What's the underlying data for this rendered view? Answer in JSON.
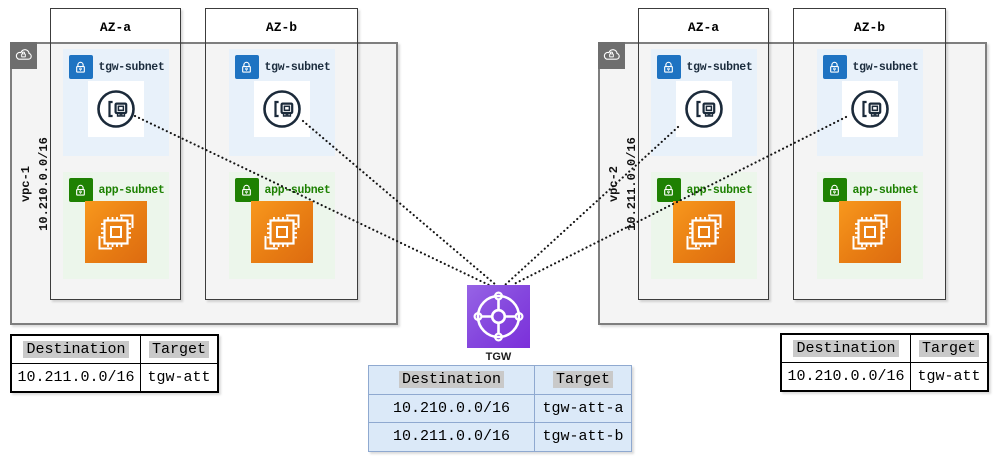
{
  "vpcs": [
    {
      "name": "vpc-1",
      "cidr": "10.210.0.0/16",
      "azs": [
        {
          "label": "AZ-a",
          "subnets": [
            {
              "name": "tgw-subnet"
            },
            {
              "name": "app-subnet"
            }
          ]
        },
        {
          "label": "AZ-b",
          "subnets": [
            {
              "name": "tgw-subnet"
            },
            {
              "name": "app-subnet"
            }
          ]
        }
      ],
      "route_table": {
        "headers": {
          "destination": "Destination",
          "target": "Target"
        },
        "rows": [
          {
            "destination": "10.211.0.0/16",
            "target": "tgw-att"
          }
        ]
      }
    },
    {
      "name": "vpc-2",
      "cidr": "10.211.0.0/16",
      "azs": [
        {
          "label": "AZ-a",
          "subnets": [
            {
              "name": "tgw-subnet"
            },
            {
              "name": "app-subnet"
            }
          ]
        },
        {
          "label": "AZ-b",
          "subnets": [
            {
              "name": "tgw-subnet"
            },
            {
              "name": "app-subnet"
            }
          ]
        }
      ],
      "route_table": {
        "headers": {
          "destination": "Destination",
          "target": "Target"
        },
        "rows": [
          {
            "destination": "10.210.0.0/16",
            "target": "tgw-att"
          }
        ]
      }
    }
  ],
  "tgw": {
    "label": "TGW",
    "route_table": {
      "headers": {
        "destination": "Destination",
        "target": "Target"
      },
      "rows": [
        {
          "destination": "10.210.0.0/16",
          "target": "tgw-att-a"
        },
        {
          "destination": "10.211.0.0/16",
          "target": "tgw-att-b"
        }
      ]
    }
  },
  "icons": {
    "vpc": "cloud-lock-icon",
    "subnet_marker": "lock-icon",
    "tgw_subnet_resource": "network-interface-icon",
    "app_subnet_resource": "ec2-instance-icon",
    "tgw_resource": "transit-gateway-icon"
  },
  "colors": {
    "vpc_fill": "#f4f4f4",
    "vpc_border": "#7e7e7e",
    "az_border": "#3c3c3c",
    "tgw_subnet_bg": "#e8f1fa",
    "app_subnet_bg": "#ecf6eb",
    "tgw_lock_blue": "#1e73c2",
    "app_lock_green": "#1e8102",
    "eni_navy": "#1b2a3a",
    "ec2_orange": "#e87d13",
    "tgw_purple": "#8547de",
    "tgw_table_bg": "#dbe9f8",
    "tgw_table_border": "#7d9cc7",
    "header_highlight": "#c9c9c9"
  }
}
